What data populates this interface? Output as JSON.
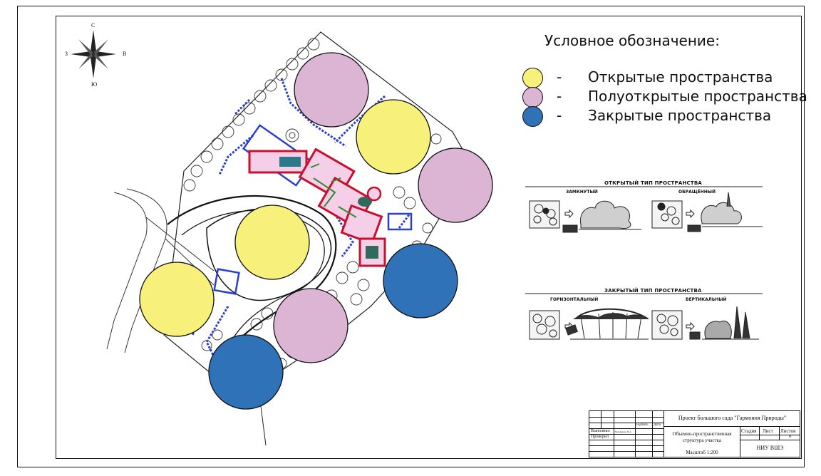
{
  "compass": {
    "north": "С",
    "south": "Ю",
    "west": "З",
    "east": "В"
  },
  "legend": {
    "title": "Условное обозначение:",
    "items": [
      {
        "color": "#f7f07a",
        "dash": "-",
        "label": "Открытые пространства"
      },
      {
        "color": "#dcb4d4",
        "dash": "-",
        "label": "Полуоткрытые пространства"
      },
      {
        "color": "#2f72b8",
        "dash": "-",
        "label": "Закрытые пространства"
      }
    ]
  },
  "zones": {
    "open_color": "#f7f07a",
    "semi_color": "#dcb4d4",
    "closed_color": "#2f72b8"
  },
  "sketches": {
    "open_title": "ОТКРЫТЫЙ ТИП ПРОСТРАНСТВА",
    "open_left": "ЗАМКНУТЫЙ",
    "open_right": "ОБРАЩЁННЫЙ",
    "closed_title": "ЗАКРЫТЫЙ ТИП ПРОСТРАНСТВА",
    "closed_left": "ГОРИЗОНТАЛЬНЫЙ",
    "closed_right": "ВЕРТИКАЛЬНЫЙ"
  },
  "stamp": {
    "project": "Проект большого сада \"Гармония Природы\"",
    "sheet_title": "Объемно-пространственная структура участка",
    "scale": "Масштаб 1:200",
    "org": "НИУ ВШЭ",
    "stage_label": "Стадия",
    "sheet_label": "Лист",
    "sheets_label": "Листов",
    "sheets_value": "8",
    "performed_label": "Выполнил",
    "performed_name": "Максименко М.А.",
    "checked_label": "Проверил",
    "signature_label": "Подпись",
    "date_label": "Дата"
  }
}
